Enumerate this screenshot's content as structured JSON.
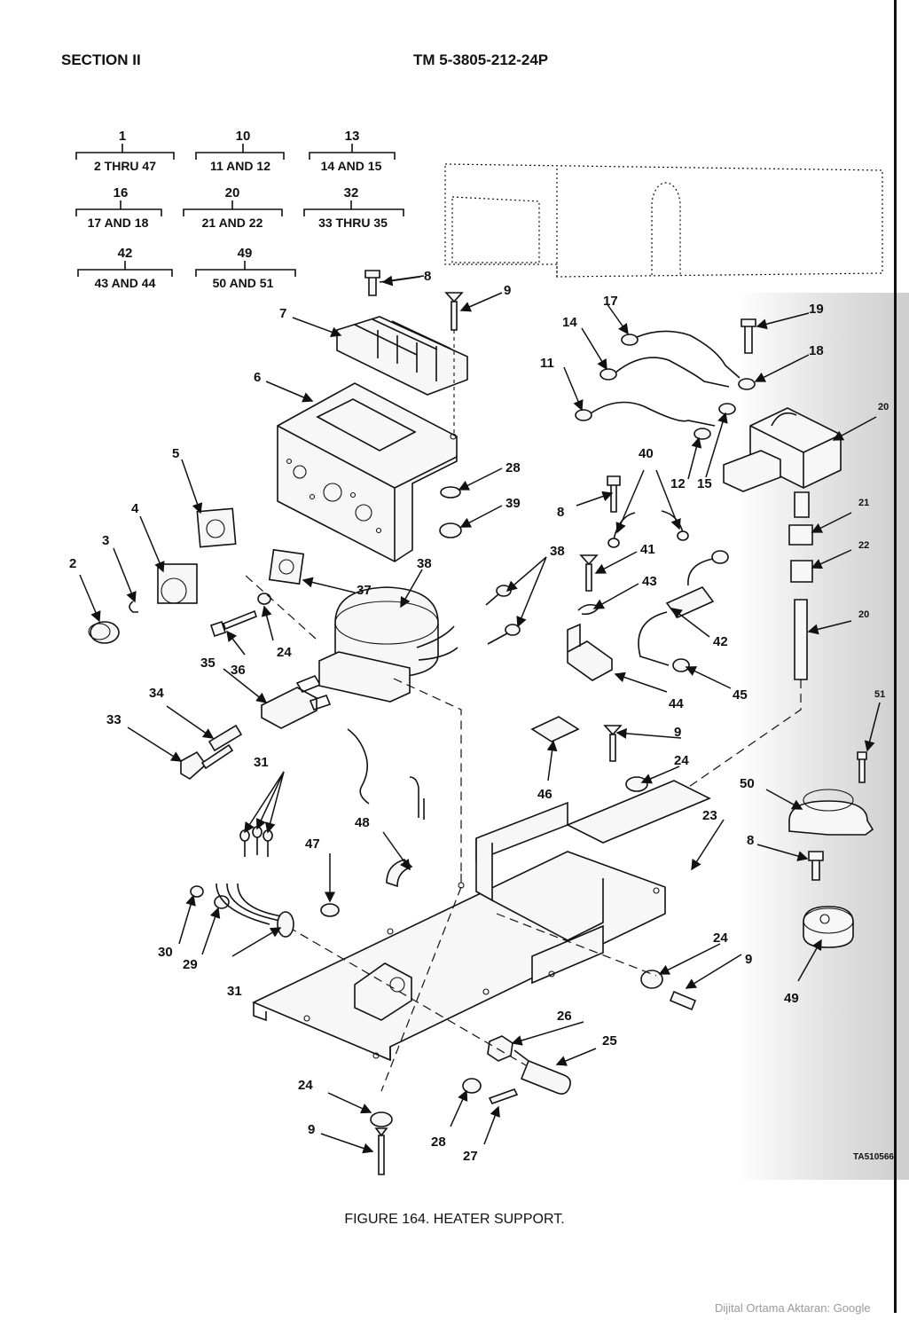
{
  "header": {
    "section": "SECTION II",
    "tm": "TM 5-3805-212-24P"
  },
  "groups": [
    {
      "top": "1",
      "bottom": "2 THRU 47"
    },
    {
      "top": "10",
      "bottom": "11 AND 12"
    },
    {
      "top": "13",
      "bottom": "14 AND 15"
    },
    {
      "top": "16",
      "bottom": "17 AND 18"
    },
    {
      "top": "20",
      "bottom": "21 AND 22"
    },
    {
      "top": "32",
      "bottom": "33 THRU 35"
    },
    {
      "top": "42",
      "bottom": "43 AND 44"
    },
    {
      "top": "49",
      "bottom": "50 AND 51"
    }
  ],
  "callouts": {
    "c2": "2",
    "c3": "3",
    "c4": "4",
    "c5": "5",
    "c6": "6",
    "c7": "7",
    "c8a": "8",
    "c8b": "8",
    "c8c": "8",
    "c9a": "9",
    "c9b": "9",
    "c9c": "9",
    "c9d": "9",
    "c11": "11",
    "c12": "12",
    "c14": "14",
    "c15": "15",
    "c17": "17",
    "c18": "18",
    "c19": "19",
    "c20a": "20",
    "c20b": "20",
    "c21": "21",
    "c22": "22",
    "c23": "23",
    "c24a": "24",
    "c24b": "24",
    "c24c": "24",
    "c24d": "24",
    "c25": "25",
    "c26": "26",
    "c27": "27",
    "c28a": "28",
    "c28b": "28",
    "c29": "29",
    "c30": "30",
    "c31a": "31",
    "c31b": "31",
    "c33": "33",
    "c34": "34",
    "c35": "35",
    "c36": "36",
    "c37": "37",
    "c38a": "38",
    "c38b": "38",
    "c39": "39",
    "c40": "40",
    "c41": "41",
    "c42": "42",
    "c43": "43",
    "c44": "44",
    "c45": "45",
    "c46": "46",
    "c47": "47",
    "c48": "48",
    "c49": "49",
    "c50": "50",
    "c51": "51"
  },
  "caption": "FIGURE 164. HEATER SUPPORT.",
  "ta_number": "TA510566",
  "credit": "Dijital Ortama Aktaran: Google"
}
